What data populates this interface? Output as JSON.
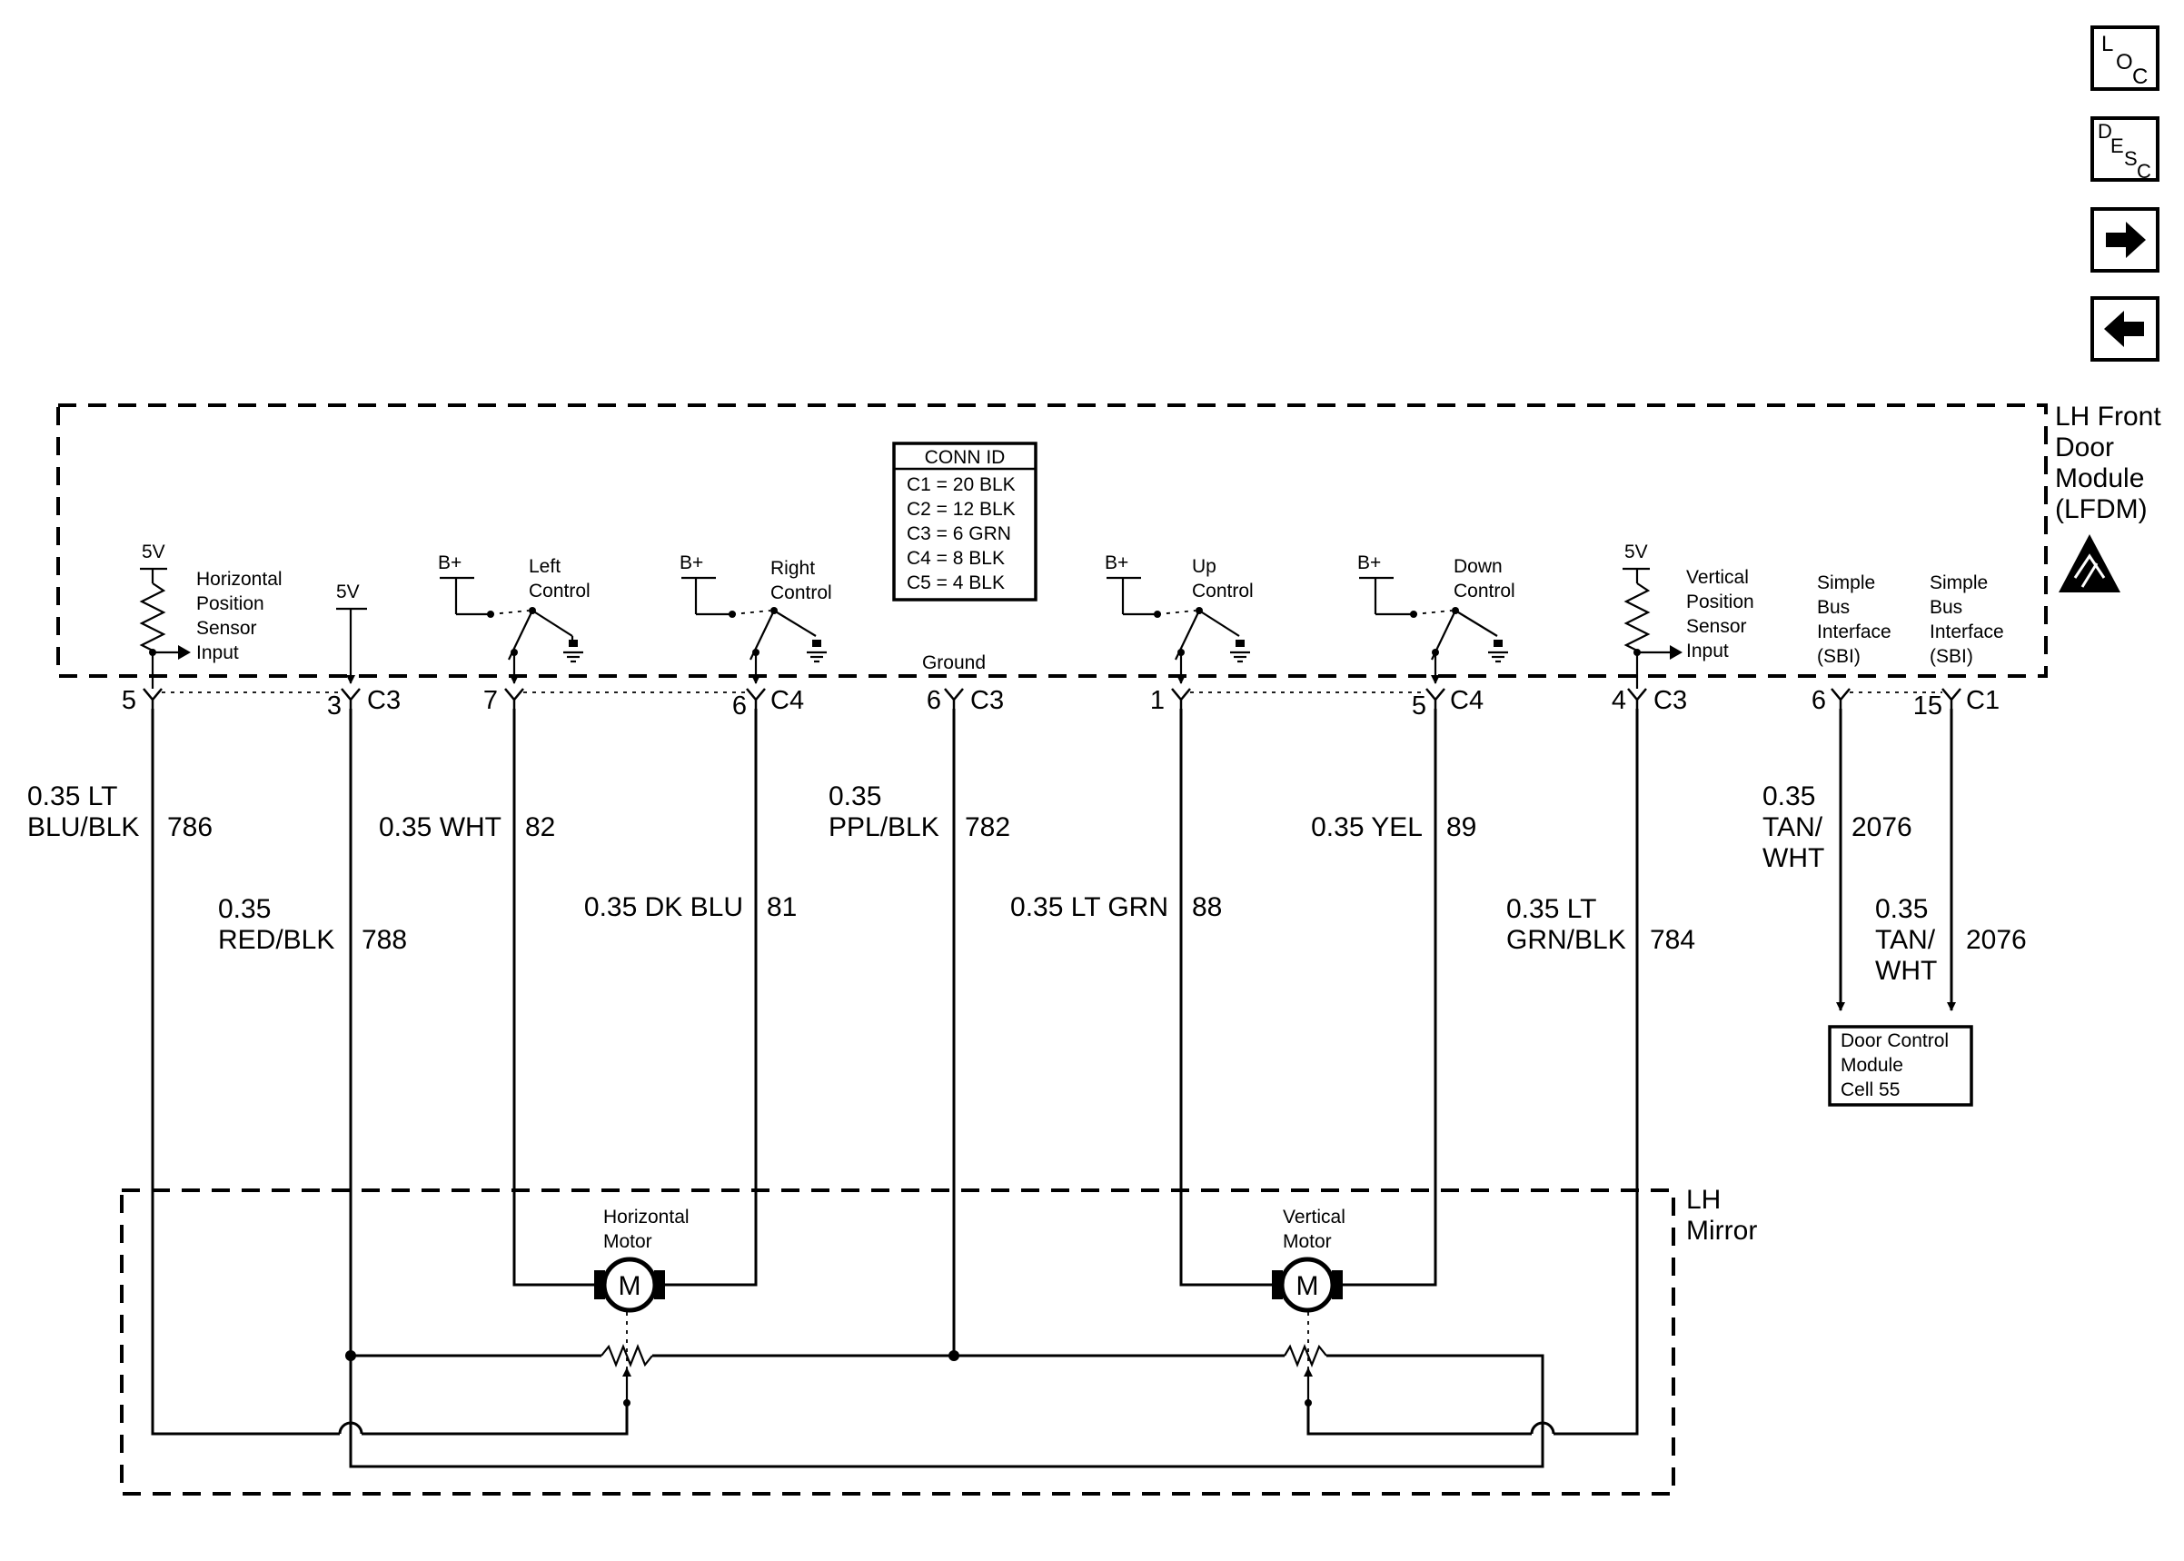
{
  "nav": {
    "loc": {
      "l": "L",
      "o": "O",
      "c": "C"
    },
    "desc": {
      "d": "D",
      "e": "E",
      "s": "S",
      "c": "C"
    },
    "forward_icon": "arrow-right-icon",
    "back_icon": "arrow-left-icon"
  },
  "module": {
    "lines": [
      "LH Front",
      "Door",
      "Module",
      "(LFDM)"
    ],
    "esd_icon": "esd-warning-icon"
  },
  "mirror": {
    "lines": [
      "LH",
      "Mirror"
    ]
  },
  "conn_id": {
    "title": "CONN ID",
    "rows": [
      "C1 = 20 BLK",
      "C2 = 12 BLK",
      "C3 = 6 GRN",
      "C4 = 8 BLK",
      "C5 = 4 BLK"
    ]
  },
  "internal": {
    "h_sensor_supply": "5V",
    "h_sensor_label": [
      "Horizontal",
      "Position",
      "Sensor",
      "Input"
    ],
    "ref_supply": "5V",
    "left_bplus": "B+",
    "left_label": [
      "Left",
      "Control"
    ],
    "right_bplus": "B+",
    "right_label": [
      "Right",
      "Control"
    ],
    "ground_label": "Ground",
    "up_bplus": "B+",
    "up_label": [
      "Up",
      "Control"
    ],
    "down_bplus": "B+",
    "down_label": [
      "Down",
      "Control"
    ],
    "v_sensor_supply": "5V",
    "v_sensor_label": [
      "Vertical",
      "Position",
      "Sensor",
      "Input"
    ],
    "sbi1_label": [
      "Simple",
      "Bus",
      "Interface",
      "(SBI)"
    ],
    "sbi2_label": [
      "Simple",
      "Bus",
      "Interface",
      "(SBI)"
    ]
  },
  "pins": {
    "p1": {
      "num": "5",
      "conn": ""
    },
    "p2": {
      "num": "3",
      "conn": "C3"
    },
    "p3": {
      "num": "7",
      "conn": ""
    },
    "p4": {
      "num": "6",
      "conn": "C4"
    },
    "p5": {
      "num": "6",
      "conn": "C3"
    },
    "p6": {
      "num": "1",
      "conn": ""
    },
    "p7": {
      "num": "5",
      "conn": "C4"
    },
    "p8": {
      "num": "4",
      "conn": "C3"
    },
    "p9": {
      "num": "6",
      "conn": ""
    },
    "p10": {
      "num": "15",
      "conn": "C1"
    }
  },
  "wires": {
    "w1": {
      "color": [
        "0.35 LT",
        "BLU/BLK"
      ],
      "circuit": "786"
    },
    "w2": {
      "color": [
        "0.35",
        "RED/BLK"
      ],
      "circuit": "788"
    },
    "w3": {
      "color": [
        "0.35 WHT"
      ],
      "circuit": "82"
    },
    "w4": {
      "color": [
        "0.35 DK BLU"
      ],
      "circuit": "81"
    },
    "w5": {
      "color": [
        "0.35",
        "PPL/BLK"
      ],
      "circuit": "782"
    },
    "w6": {
      "color": [
        "0.35 LT GRN"
      ],
      "circuit": "88"
    },
    "w7": {
      "color": [
        "0.35 YEL"
      ],
      "circuit": "89"
    },
    "w8": {
      "color": [
        "0.35 LT",
        "GRN/BLK"
      ],
      "circuit": "784"
    },
    "w9": {
      "color": [
        "0.35",
        "TAN/",
        "WHT"
      ],
      "circuit": "2076"
    },
    "w10": {
      "color": [
        "0.35",
        "TAN/",
        "WHT"
      ],
      "circuit": "2076"
    }
  },
  "motors": {
    "horizontal": {
      "label": [
        "Horizontal",
        "Motor"
      ],
      "symbol": "M"
    },
    "vertical": {
      "label": [
        "Vertical",
        "Motor"
      ],
      "symbol": "M"
    }
  },
  "door_control": {
    "lines": [
      "Door Control",
      "Module",
      "Cell 55"
    ]
  }
}
